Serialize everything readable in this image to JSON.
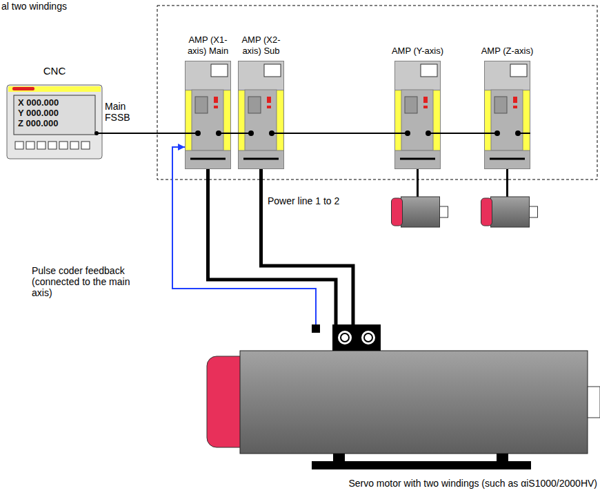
{
  "diagram": {
    "nodes": [
      {
        "text": [
          "CNC",
          "X 000.000",
          "Y 000.000",
          "Z 000.000"
        ]
      },
      {
        "text": [
          "AMP (X1-axis) Main"
        ]
      },
      {
        "text": [
          "AMP (X2-axis) Sub"
        ]
      },
      {
        "text": [
          "AMP (Y-axis)"
        ]
      },
      {
        "text": [
          "AMP (Z-axis)"
        ]
      },
      {
        "text": [
          "Servo motor with two windings (such as αiS1000/2000HV)"
        ]
      }
    ],
    "edges": [
      {
        "from": 0,
        "to": 1,
        "arrow": "none"
      },
      {
        "from": 1,
        "to": 2,
        "arrow": "none"
      },
      {
        "from": 2,
        "to": 3,
        "arrow": "none"
      },
      {
        "from": 3,
        "to": 4,
        "arrow": "none"
      },
      {
        "from": 1,
        "to": 5,
        "arrow": "none"
      },
      {
        "from": 2,
        "to": 5,
        "arrow": "none"
      },
      {
        "from": 5,
        "to": 1,
        "arrow": "to"
      }
    ],
    "labels": [
      "al two windings",
      "Main FSSB",
      "Power line 1 to 2",
      "Pulse coder feedback (connected to the main axis)"
    ]
  }
}
